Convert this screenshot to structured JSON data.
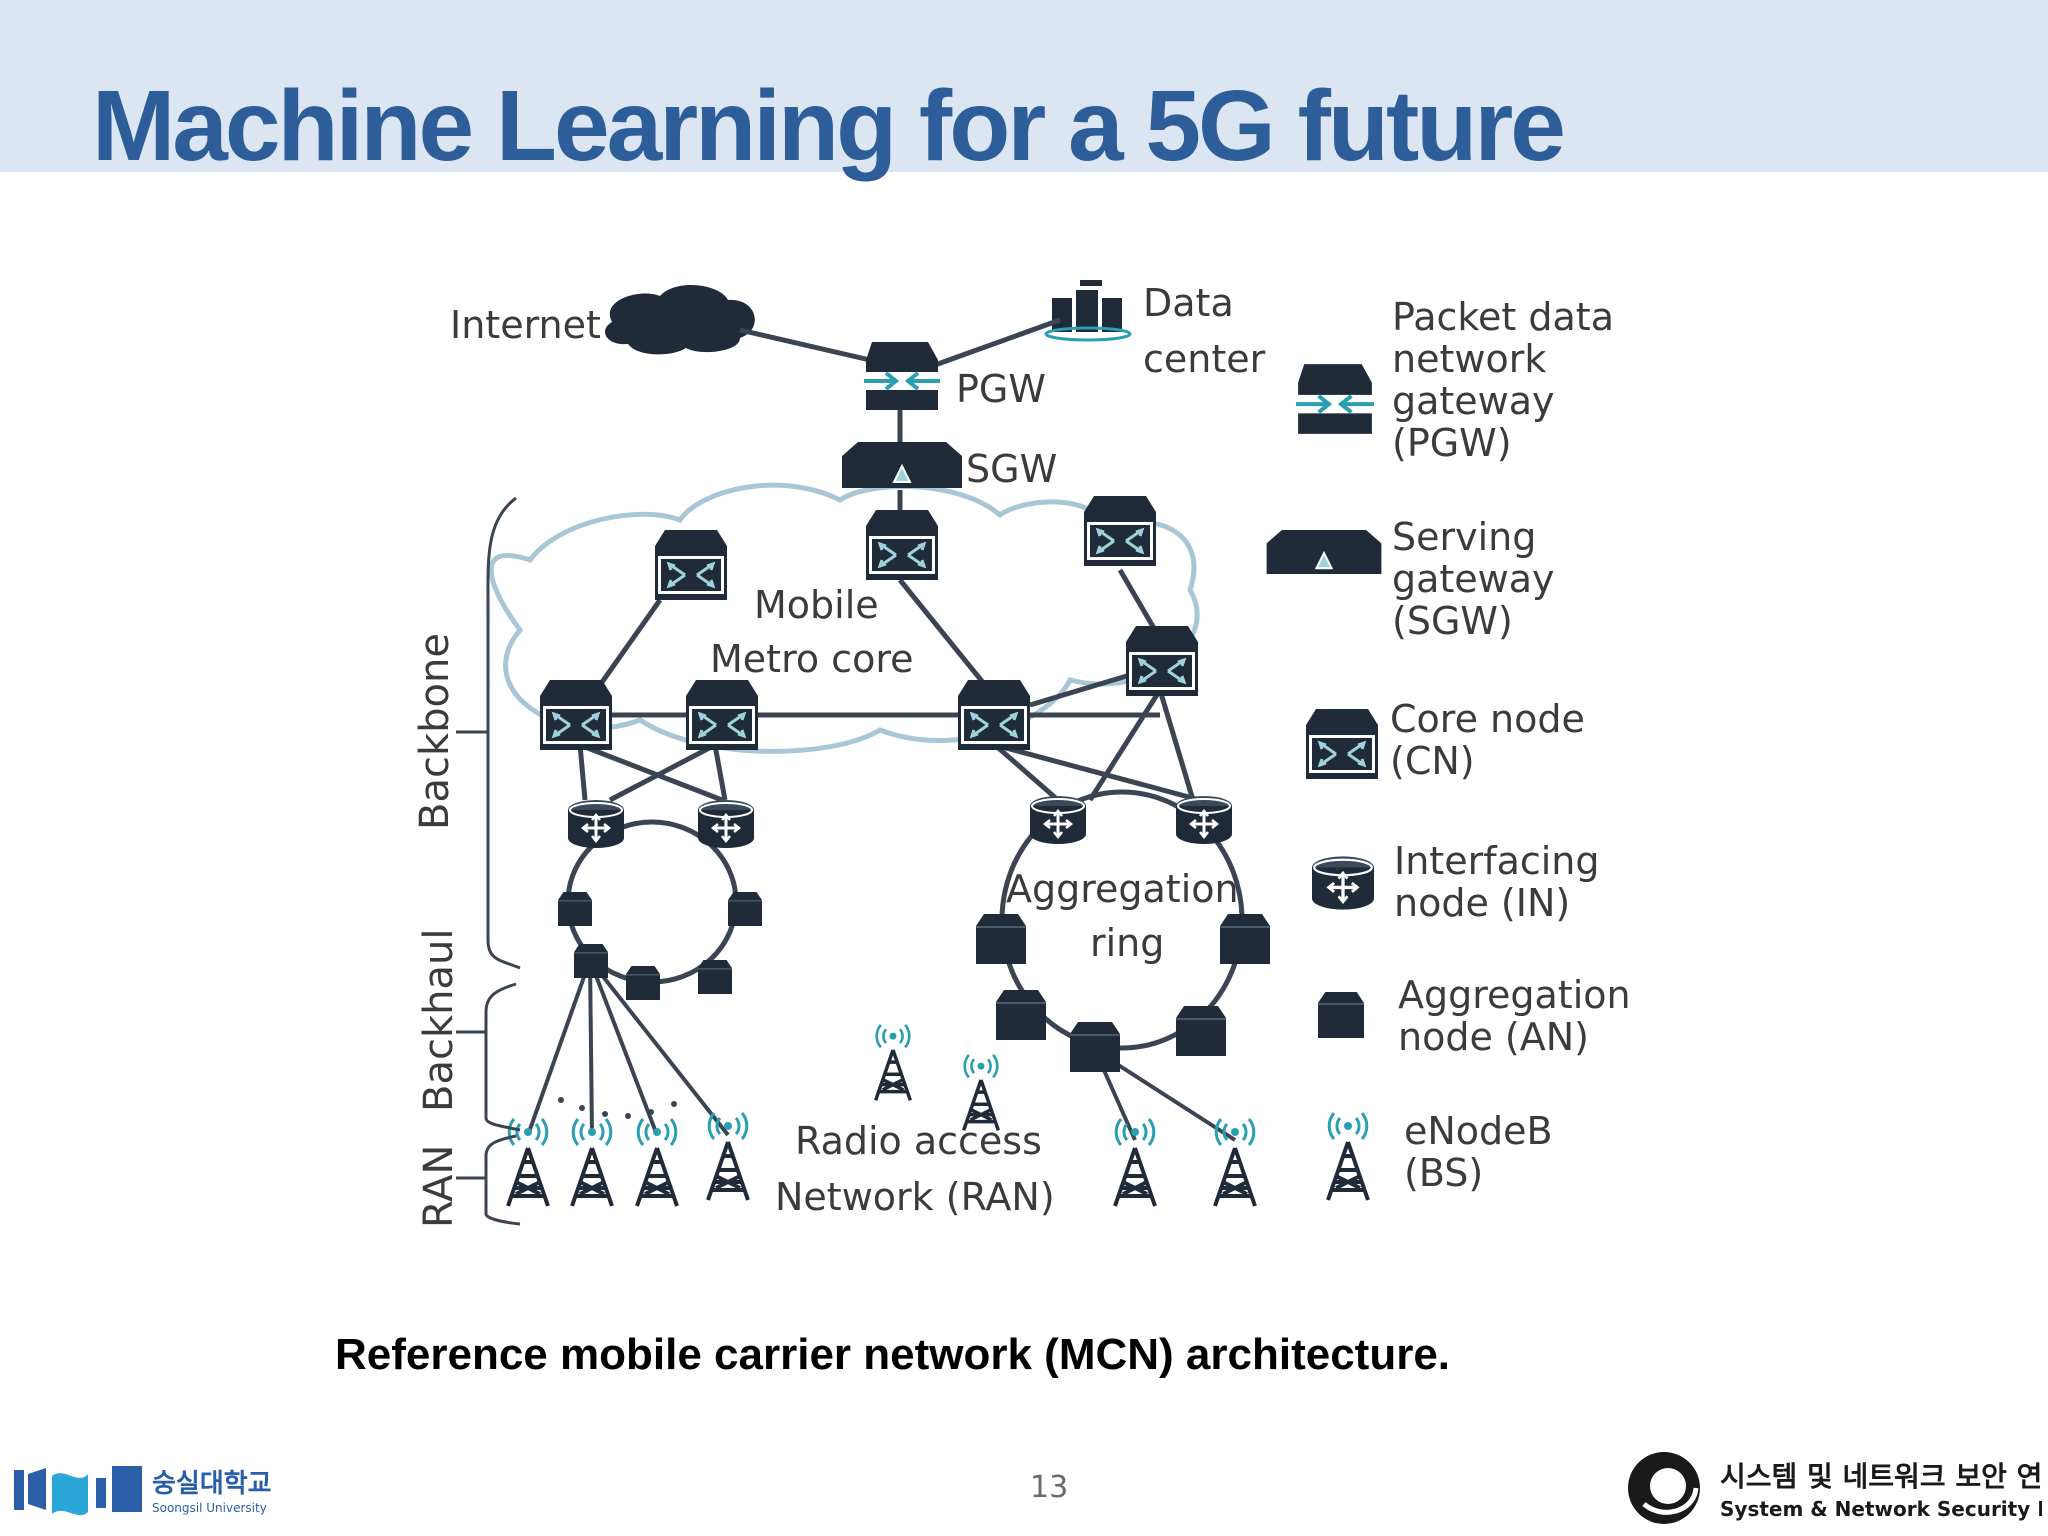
{
  "slide": {
    "title": "Machine Learning for a 5G future",
    "caption": "Reference mobile carrier network (MCN) architecture.",
    "page_number": "13"
  },
  "diagram": {
    "labels": {
      "internet": "Internet",
      "data_center_1": "Data",
      "data_center_2": "center",
      "pgw": "PGW",
      "sgw": "SGW",
      "metro_1": "Mobile",
      "metro_2": "Metro core",
      "aggregation_1": "Aggregation",
      "aggregation_2": "ring",
      "ran_1": "Radio access",
      "ran_2": "Network (RAN)",
      "backbone": "Backbone",
      "backhaul": "Backhaul",
      "ran": "RAN"
    },
    "legend": [
      {
        "icon": "pgw-icon",
        "lines": [
          "Packet data",
          "network",
          "gateway",
          "(PGW)"
        ]
      },
      {
        "icon": "sgw-icon",
        "lines": [
          "Serving",
          "gateway",
          "(SGW)"
        ]
      },
      {
        "icon": "core-node-icon",
        "lines": [
          "Core node",
          "(CN)"
        ]
      },
      {
        "icon": "interfacing-node-icon",
        "lines": [
          "Interfacing",
          "node (IN)"
        ]
      },
      {
        "icon": "aggregation-node-icon",
        "lines": [
          "Aggregation",
          "node (AN)"
        ]
      },
      {
        "icon": "enodeb-icon",
        "lines": [
          "eNodeB",
          "(BS)"
        ]
      }
    ]
  },
  "logos": {
    "left_korean": "숭실대학교",
    "left_english": "Soongsil University",
    "right_korean": "시스템 및 네트워크 보안 연구실",
    "right_english": "System & Network Security Lab."
  },
  "colors": {
    "title": "#2e5e9a",
    "title_band": "#dce6f2",
    "node_dark": "#1f2b38",
    "accent_teal": "#2a9fb1",
    "line": "#3a4452"
  }
}
